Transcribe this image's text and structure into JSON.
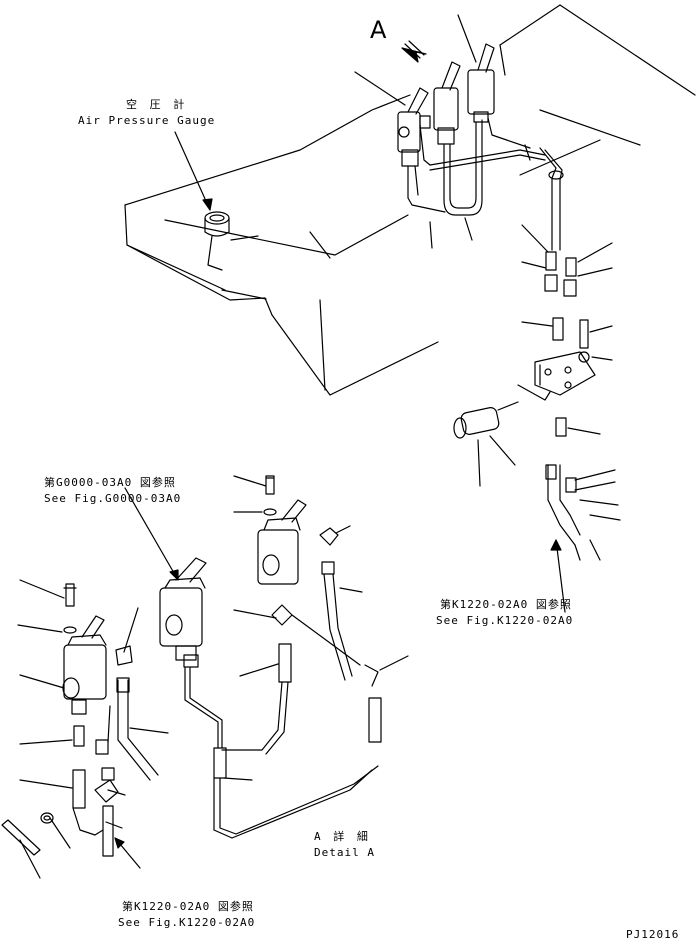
{
  "view_marker": "A",
  "callouts": {
    "gauge_jp": "空 圧 計",
    "gauge_en": "Air Pressure Gauge",
    "fig_g_jp": "第G0000-03A0 図参照",
    "fig_g_en": "See Fig.G0000-03A0",
    "fig_k_right_jp": "第K1220-02A0 図参照",
    "fig_k_right_en": "See Fig.K1220-02A0",
    "detail_jp": "A 詳 細",
    "detail_en": "Detail A",
    "fig_k_bottom_jp": "第K1220-02A0 図参照",
    "fig_k_bottom_en": "See Fig.K1220-02A0"
  },
  "drawing_number": "PJ12016"
}
